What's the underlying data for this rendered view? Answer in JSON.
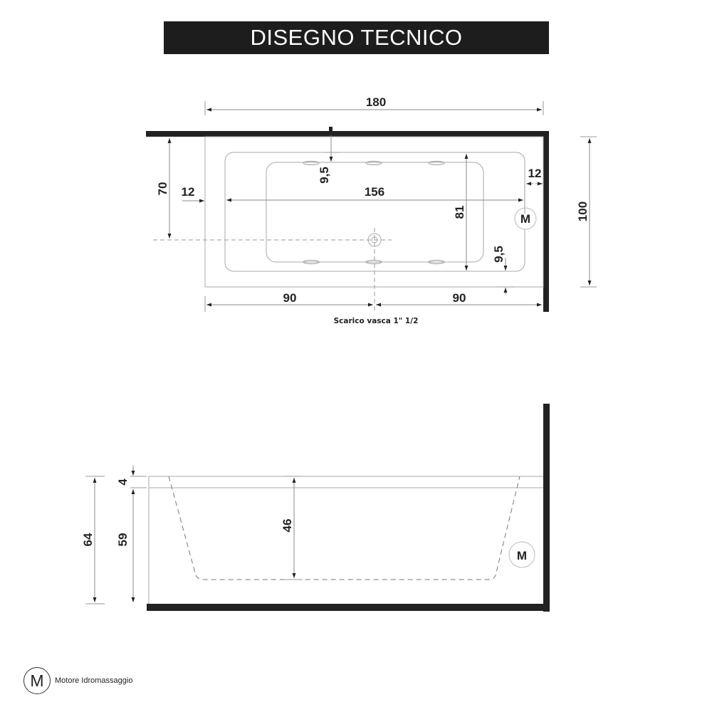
{
  "header": {
    "title": "DISEGNO TECNICO"
  },
  "top_view": {
    "dimensions": {
      "overall_length": "180",
      "overall_width": "100",
      "inner_length": "156",
      "inner_width": "81",
      "drain_offset_from_wall": "70",
      "rim_left": "12",
      "rim_right": "12",
      "jet_offset_top": "9,5",
      "jet_offset_bottom": "9,5",
      "half_length_left": "90",
      "half_length_right": "90"
    },
    "drain_label": "Scarico vasca 1\" 1/2",
    "motor_symbol": "M"
  },
  "side_view": {
    "dimensions": {
      "total_height": "64",
      "rim_thickness": "4",
      "body_height": "59",
      "inner_depth": "46"
    },
    "motor_symbol": "M"
  },
  "legend": {
    "symbol": "M",
    "label": "Motore Idromassaggio"
  },
  "colors": {
    "wall": "#222222",
    "title_bg": "#1d1d1d",
    "line": "#9a9a9a"
  }
}
